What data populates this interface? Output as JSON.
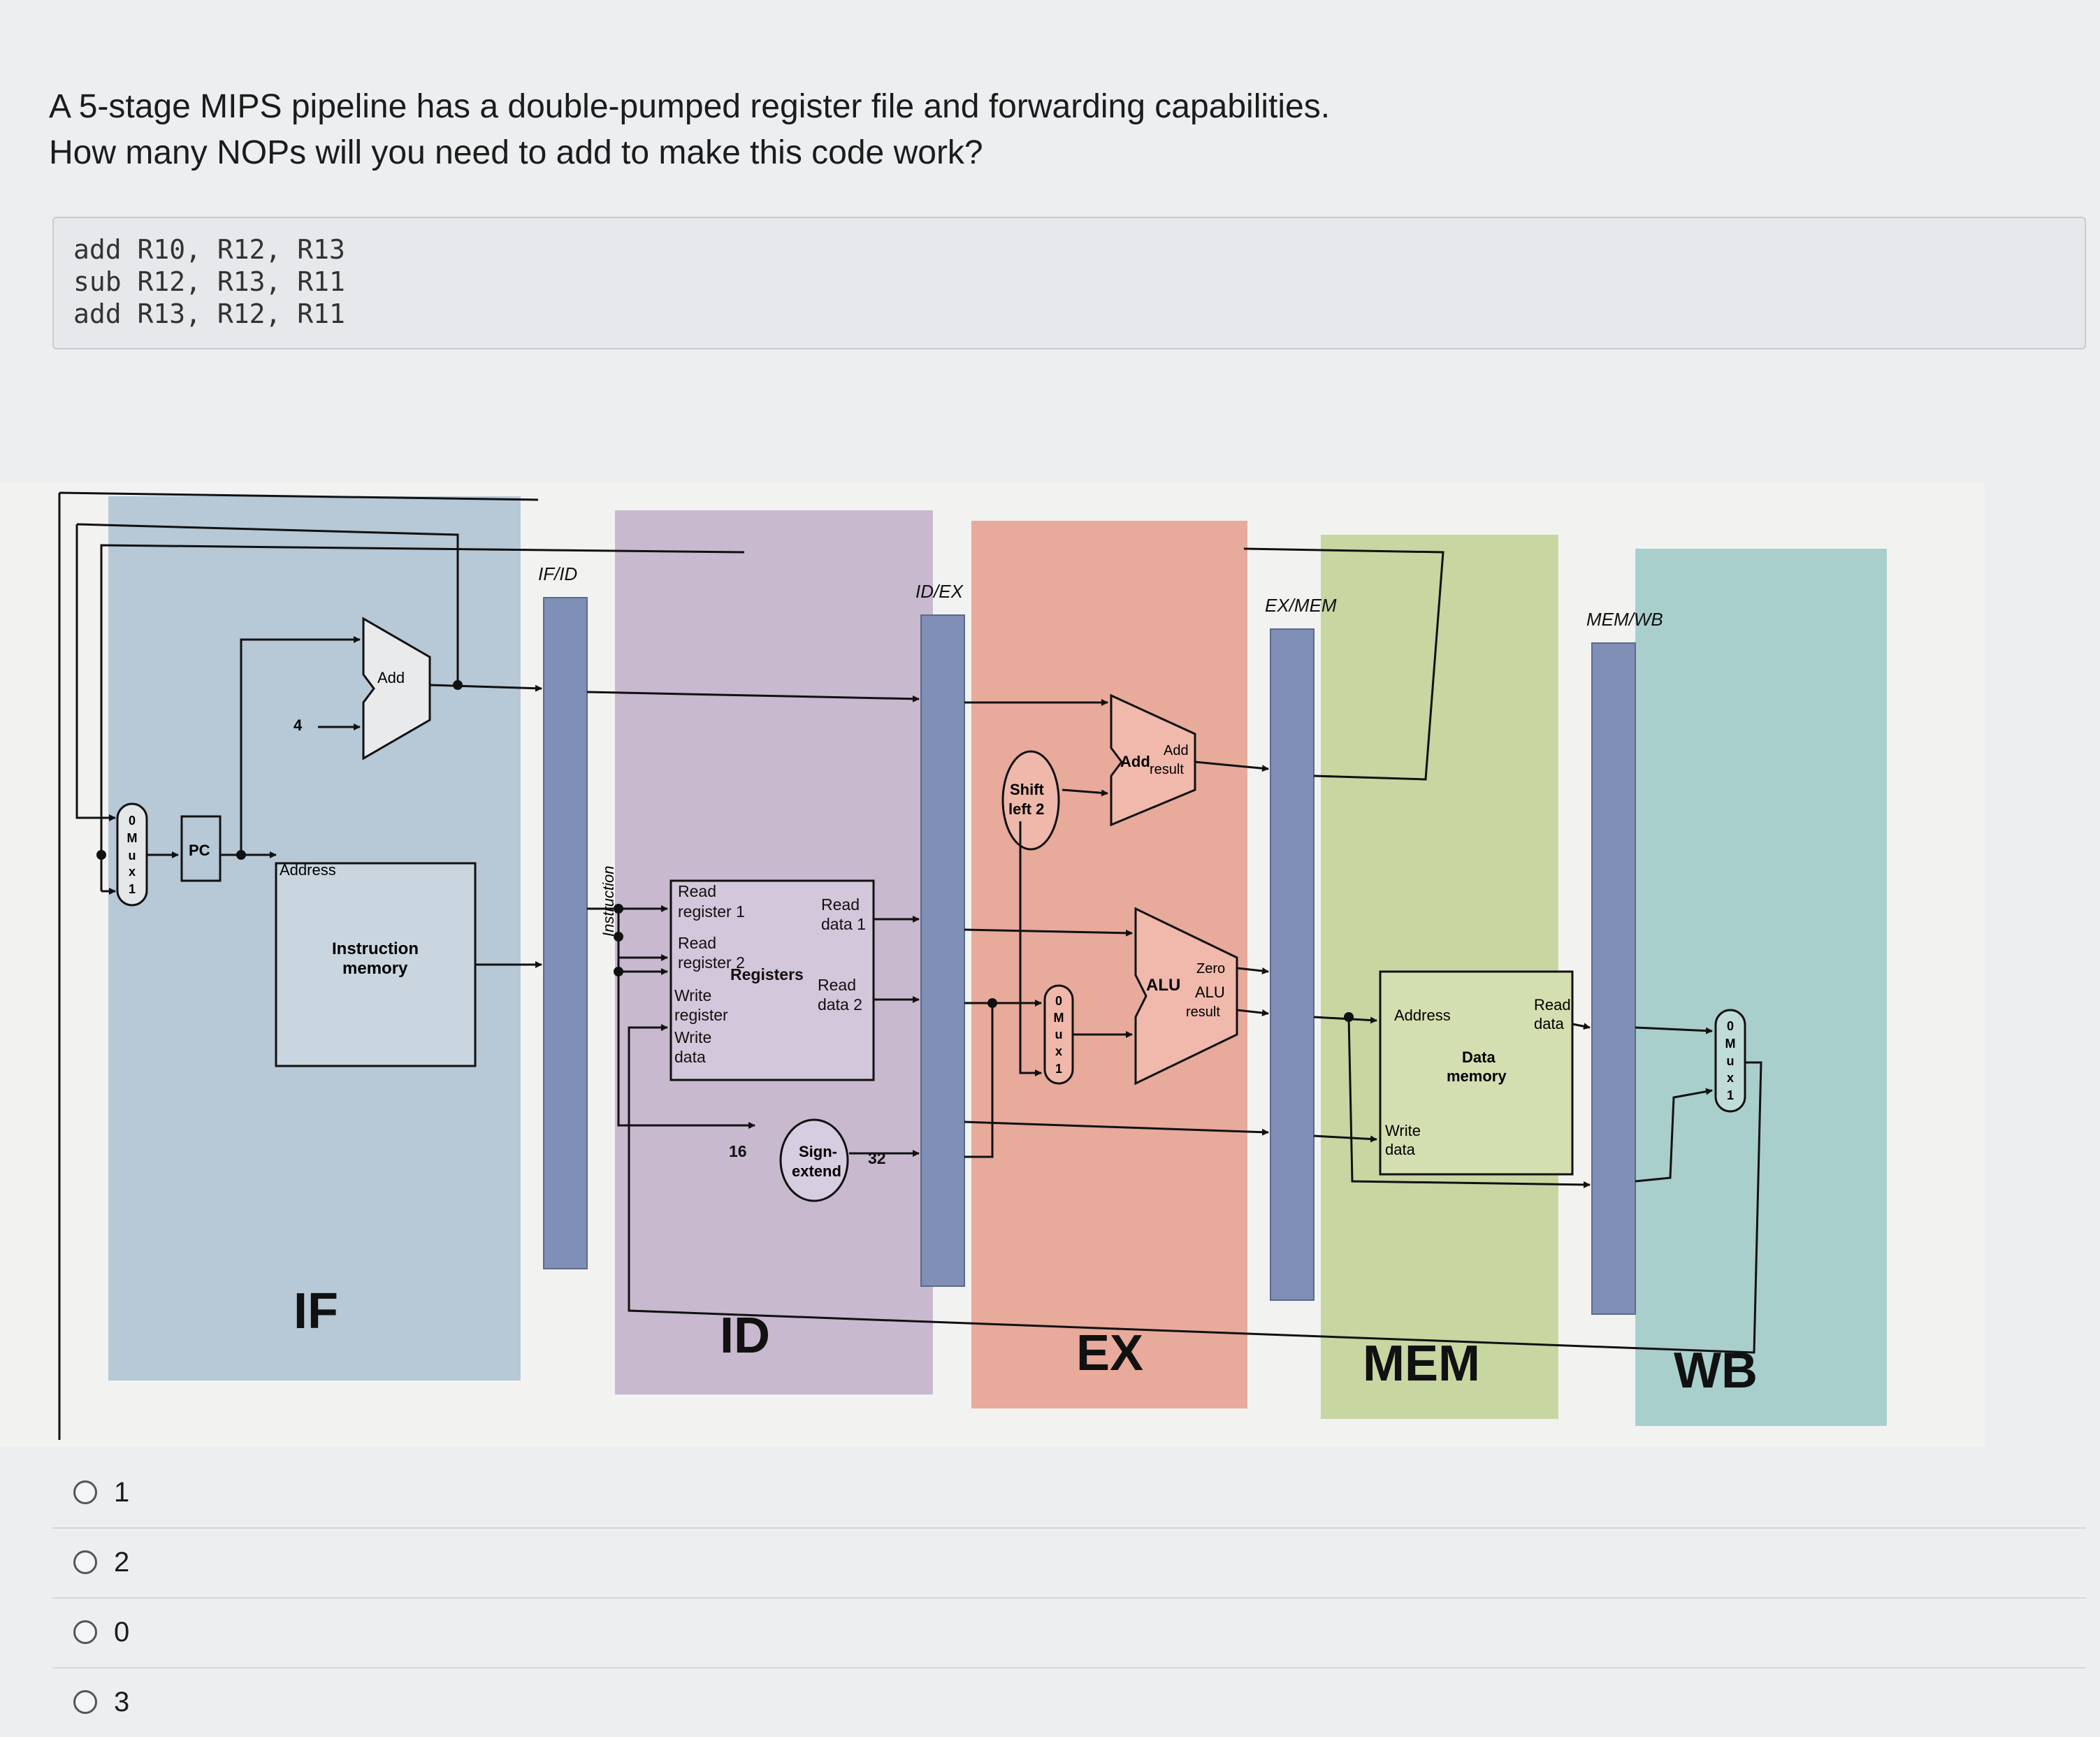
{
  "question": {
    "line1": "A 5-stage MIPS pipeline has a double-pumped register file and forwarding capabilities.",
    "line2": "How many NOPs will you need to add to make this code work?"
  },
  "code": [
    "add R10, R12, R13",
    "sub R12, R13, R11",
    "add R13, R12, R11"
  ],
  "diagram": {
    "stages": {
      "if": "IF",
      "id": "ID",
      "ex": "EX",
      "mem": "MEM",
      "wb": "WB"
    },
    "registers": {
      "ifid": "IF/ID",
      "idex": "ID/EX",
      "exmem": "EX/MEM",
      "memwb": "MEM/WB"
    },
    "labels": {
      "pc": "PC",
      "add": "Add",
      "four": "4",
      "address": "Address",
      "instr1": "Instruction",
      "instr2": "memory",
      "instruction": "Instruction",
      "rr1a": "Read",
      "rr1b": "register 1",
      "rr2a": "Read",
      "rr2b": "register 2",
      "registers": "Registers",
      "wra": "Write",
      "wrb": "register",
      "wda": "Write",
      "wdb": "data",
      "rd1a": "Read",
      "rd1b": "data 1",
      "rd2a": "Read",
      "rd2b": "data 2",
      "sixteen": "16",
      "signa": "Sign-",
      "signb": "extend",
      "thirtytwo": "32",
      "shifta": "Shift",
      "shiftb": "left 2",
      "addr_add": "Add",
      "addr_resa": "Add",
      "addr_resb": "result",
      "alu": "ALU",
      "zero": "Zero",
      "alures_a": "ALU",
      "alures_b": "result",
      "dm_address": "Address",
      "dm_reada": "Read",
      "dm_readb": "data",
      "dm_a": "Data",
      "dm_b": "memory",
      "dm_wa": "Write",
      "dm_wb": "data",
      "mux_0": "0",
      "mux_m": "M",
      "mux_u": "u",
      "mux_x": "x",
      "mux_1": "1"
    }
  },
  "options": [
    "1",
    "2",
    "0",
    "3"
  ]
}
